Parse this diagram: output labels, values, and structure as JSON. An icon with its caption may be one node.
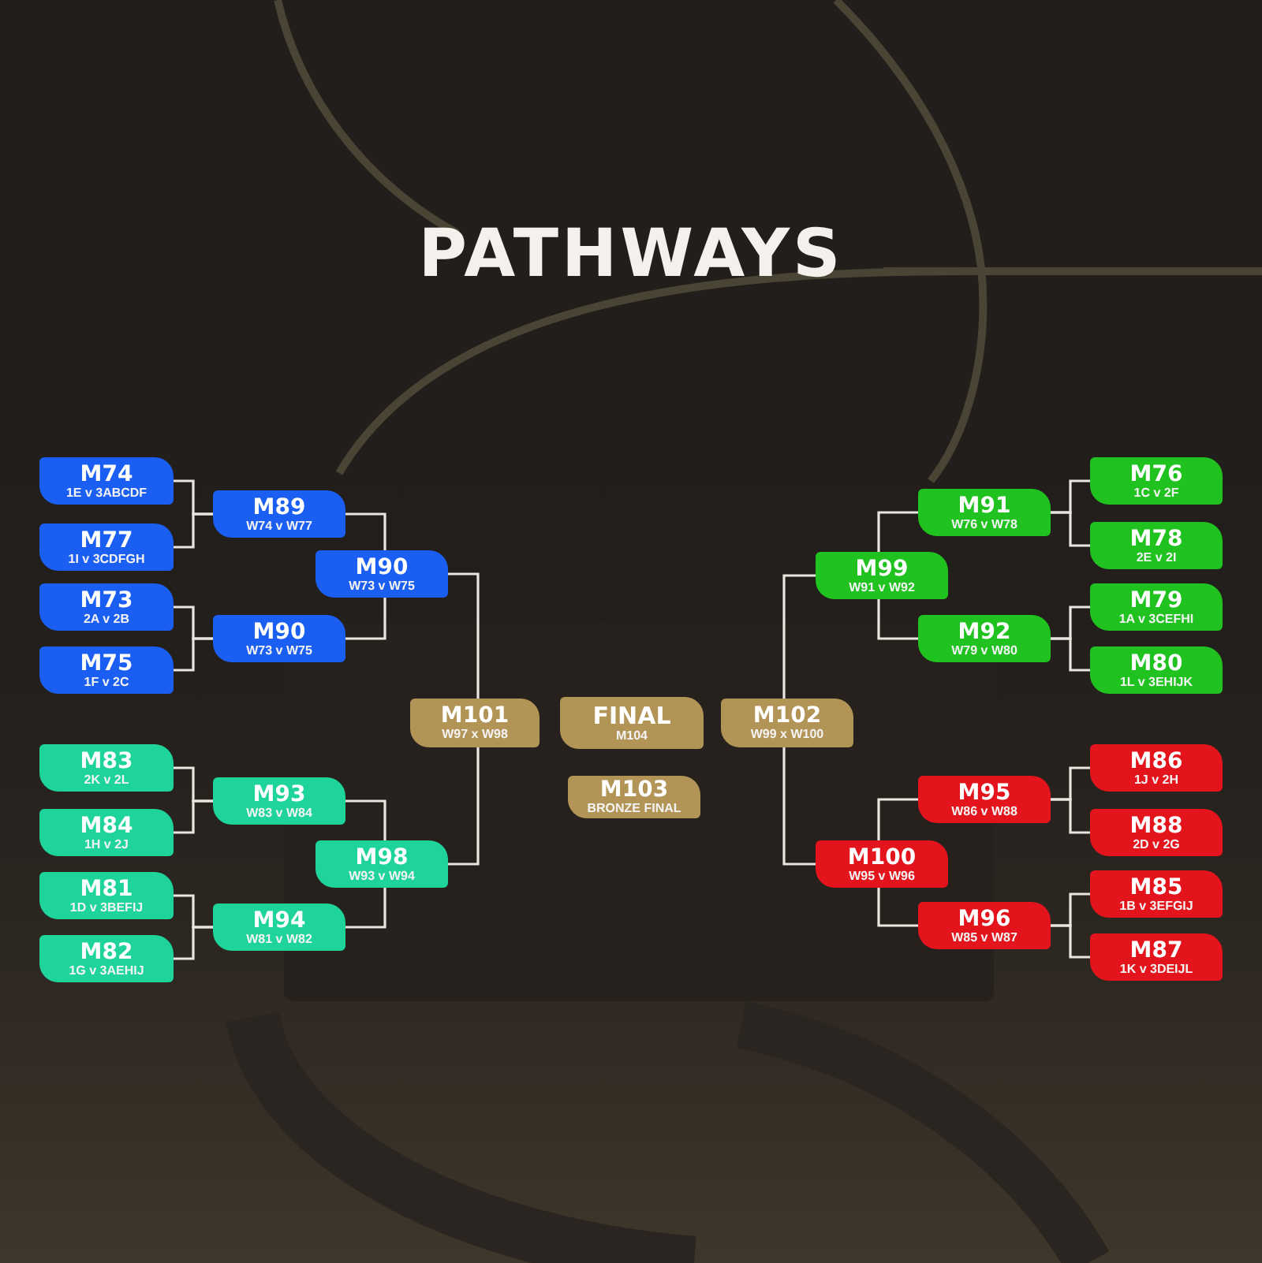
{
  "diagram": {
    "title": "PATHWAYS",
    "nodes": [
      {
        "text": [
          "M74",
          "1E v 3ABCDF"
        ]
      },
      {
        "text": [
          "M77",
          "1I v 3CDFGH"
        ]
      },
      {
        "text": [
          "M73",
          "2A v 2B"
        ]
      },
      {
        "text": [
          "M75",
          "1F v 2C"
        ]
      },
      {
        "text": [
          "M83",
          "2K v 2L"
        ]
      },
      {
        "text": [
          "M84",
          "1H v 2J"
        ]
      },
      {
        "text": [
          "M81",
          "1D v 3BEFIJ"
        ]
      },
      {
        "text": [
          "M82",
          "1G v 3AEHIJ"
        ]
      },
      {
        "text": [
          "M89",
          "W74 v W77"
        ]
      },
      {
        "text": [
          "M90",
          "W73 v W75"
        ]
      },
      {
        "text": [
          "M93",
          "W83 v W84"
        ]
      },
      {
        "text": [
          "M94",
          "W81 v W82"
        ]
      },
      {
        "text": [
          "M90",
          "W73 v W75"
        ]
      },
      {
        "text": [
          "M98",
          "W93 v W94"
        ]
      },
      {
        "text": [
          "M101",
          "W97 x W98"
        ]
      },
      {
        "text": [
          "FINAL",
          "M104"
        ]
      },
      {
        "text": [
          "M103",
          "BRONZE FINAL"
        ]
      },
      {
        "text": [
          "M102",
          "W99 x W100"
        ]
      },
      {
        "text": [
          "M99",
          "W91 v W92"
        ]
      },
      {
        "text": [
          "M100",
          "W95 v W96"
        ]
      },
      {
        "text": [
          "M91",
          "W76 v W78"
        ]
      },
      {
        "text": [
          "M92",
          "W79 v W80"
        ]
      },
      {
        "text": [
          "M95",
          "W86 v W88"
        ]
      },
      {
        "text": [
          "M96",
          "W85 v W87"
        ]
      },
      {
        "text": [
          "M76",
          "1C v 2F"
        ]
      },
      {
        "text": [
          "M78",
          "2E v 2I"
        ]
      },
      {
        "text": [
          "M79",
          "1A v 3CEFHI"
        ]
      },
      {
        "text": [
          "M80",
          "1L v 3EHIJK"
        ]
      },
      {
        "text": [
          "M86",
          "1J v 2H"
        ]
      },
      {
        "text": [
          "M88",
          "2D v 2G"
        ]
      },
      {
        "text": [
          "M85",
          "1B v 3EFGIJ"
        ]
      },
      {
        "text": [
          "M87",
          "1K v 3DEIJL"
        ]
      }
    ],
    "edges": [
      {
        "from": 0,
        "to": 8,
        "arrow": "none"
      },
      {
        "from": 1,
        "to": 8,
        "arrow": "none"
      },
      {
        "from": 2,
        "to": 9,
        "arrow": "none"
      },
      {
        "from": 3,
        "to": 9,
        "arrow": "none"
      },
      {
        "from": 4,
        "to": 10,
        "arrow": "none"
      },
      {
        "from": 5,
        "to": 10,
        "arrow": "none"
      },
      {
        "from": 6,
        "to": 11,
        "arrow": "none"
      },
      {
        "from": 7,
        "to": 11,
        "arrow": "none"
      },
      {
        "from": 8,
        "to": 12,
        "arrow": "none"
      },
      {
        "from": 9,
        "to": 12,
        "arrow": "none"
      },
      {
        "from": 10,
        "to": 13,
        "arrow": "none"
      },
      {
        "from": 11,
        "to": 13,
        "arrow": "none"
      },
      {
        "from": 12,
        "to": 14,
        "arrow": "none"
      },
      {
        "from": 13,
        "to": 14,
        "arrow": "none"
      },
      {
        "from": 18,
        "to": 17,
        "arrow": "none"
      },
      {
        "from": 19,
        "to": 17,
        "arrow": "none"
      },
      {
        "from": 20,
        "to": 18,
        "arrow": "none"
      },
      {
        "from": 21,
        "to": 18,
        "arrow": "none"
      },
      {
        "from": 22,
        "to": 19,
        "arrow": "none"
      },
      {
        "from": 23,
        "to": 19,
        "arrow": "none"
      },
      {
        "from": 24,
        "to": 20,
        "arrow": "none"
      },
      {
        "from": 25,
        "to": 20,
        "arrow": "none"
      },
      {
        "from": 26,
        "to": 21,
        "arrow": "none"
      },
      {
        "from": 27,
        "to": 21,
        "arrow": "none"
      },
      {
        "from": 28,
        "to": 22,
        "arrow": "none"
      },
      {
        "from": 29,
        "to": 22,
        "arrow": "none"
      },
      {
        "from": 30,
        "to": 23,
        "arrow": "none"
      },
      {
        "from": 31,
        "to": 23,
        "arrow": "none"
      }
    ]
  }
}
